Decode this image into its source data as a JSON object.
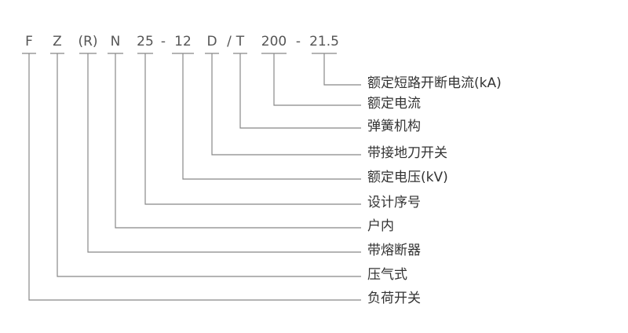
{
  "code_parts": [
    "F",
    "Z",
    "(R)",
    "N",
    "25",
    "-",
    "12",
    "D",
    "/",
    "T",
    "200",
    "-",
    "21.5"
  ],
  "labels": [
    "额定短路开断电流(kA)",
    "额定电流",
    "弹簧机构",
    "带接地刀开关",
    "额定电压(kV)",
    "设计序号",
    "户内",
    "带熔断器",
    "压气式",
    "负荷开关"
  ]
}
